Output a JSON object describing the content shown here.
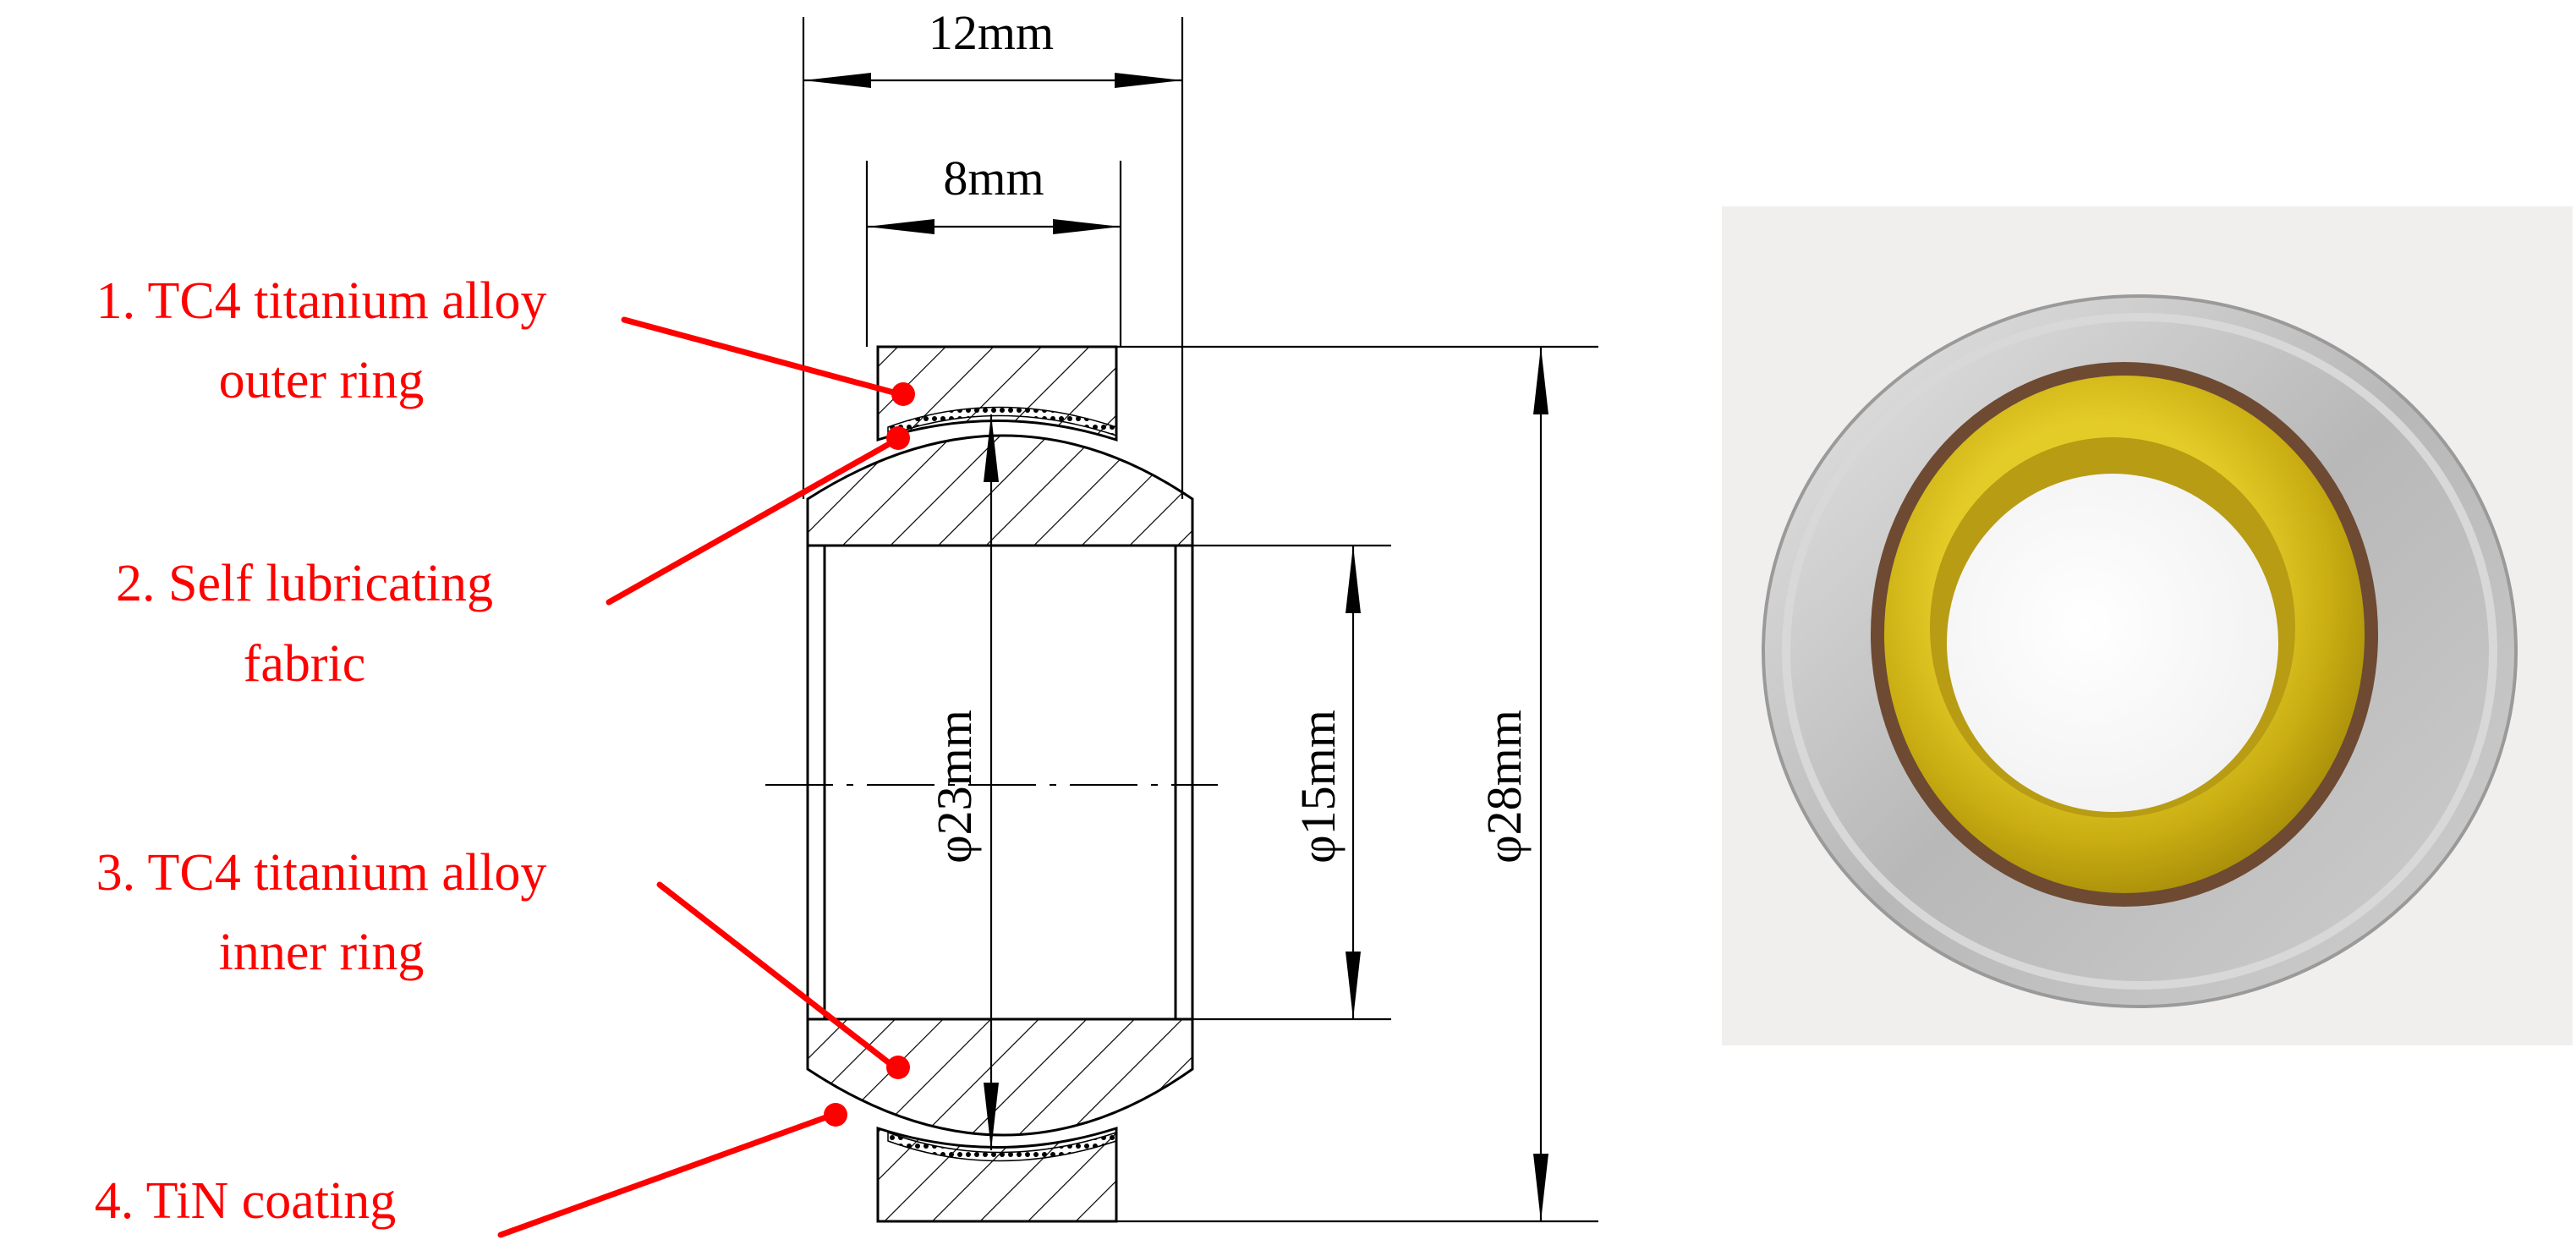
{
  "labels": {
    "outer_ring_1": "1. TC4 titanium alloy",
    "outer_ring_2": "outer ring",
    "fabric_1": "2. Self lubricating",
    "fabric_2": "fabric",
    "inner_ring_1": "3. TC4 titanium alloy",
    "inner_ring_2": "inner ring",
    "coating": "4. TiN coating"
  },
  "dimensions": {
    "outer_width": "12mm",
    "inner_width": "8mm",
    "sphere_dia": "φ23mm",
    "bore_dia": "φ15mm",
    "outer_dia": "φ28mm"
  },
  "colors": {
    "label": "#ff0000",
    "line": "#000000"
  }
}
